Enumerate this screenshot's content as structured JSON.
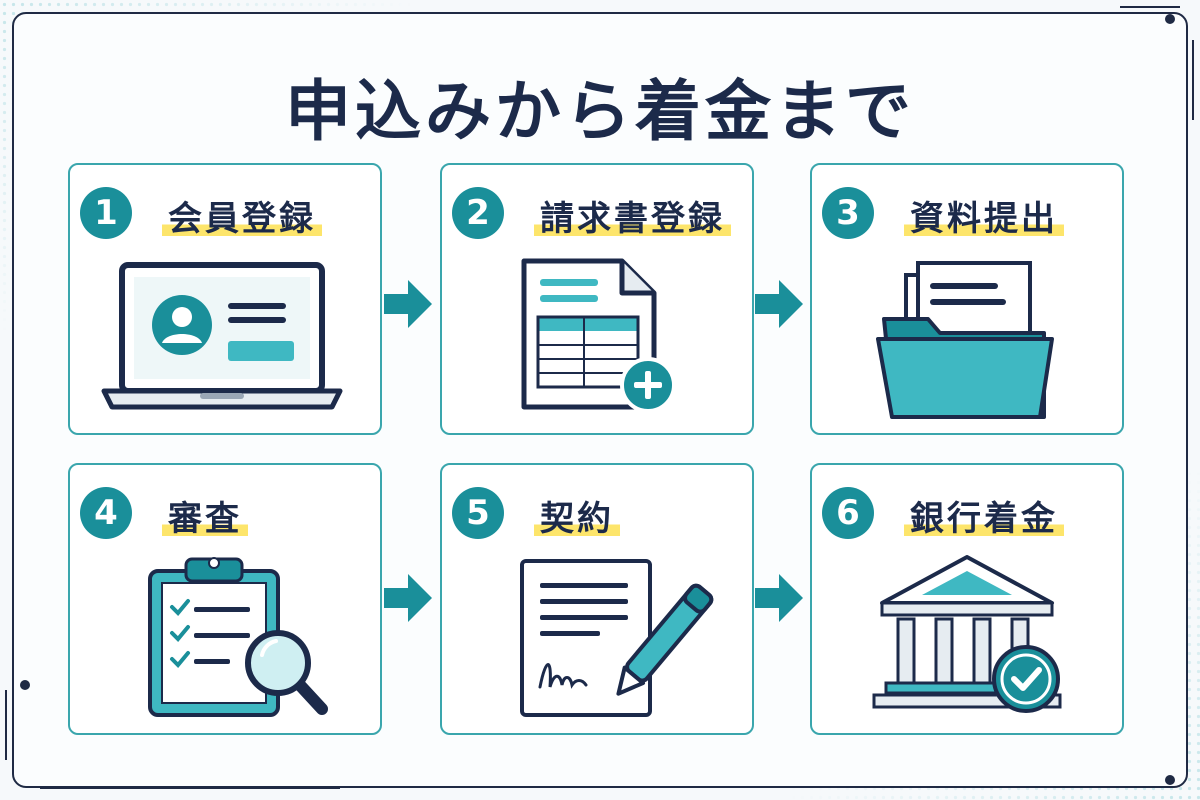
{
  "title": "申込みから着金まで",
  "colors": {
    "navy": "#1c2a4a",
    "teal": "#1a8f9a",
    "teal_light": "#3fb8c2",
    "highlight": "#fde56b",
    "card_border": "#3aa6ad"
  },
  "steps": [
    {
      "number": "1",
      "label": "会員登録",
      "icon": "laptop-profile-icon"
    },
    {
      "number": "2",
      "label": "請求書登録",
      "icon": "invoice-add-icon"
    },
    {
      "number": "3",
      "label": "資料提出",
      "icon": "folder-documents-icon"
    },
    {
      "number": "4",
      "label": "審査",
      "icon": "clipboard-magnifier-icon"
    },
    {
      "number": "5",
      "label": "契約",
      "icon": "contract-pen-icon"
    },
    {
      "number": "6",
      "label": "銀行着金",
      "icon": "bank-check-icon"
    }
  ],
  "arrows": [
    "arrow-right-icon",
    "arrow-right-icon",
    "arrow-right-icon",
    "arrow-right-icon"
  ]
}
